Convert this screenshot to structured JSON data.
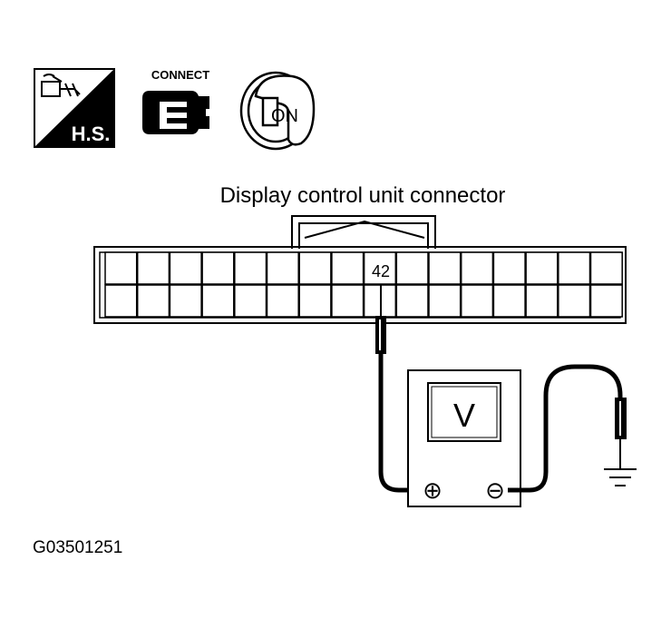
{
  "icons": {
    "hs": {
      "label": "H.S.",
      "icon": "harness-sheet-icon"
    },
    "connect": {
      "label": "CONNECT",
      "icon": "connector-icon"
    },
    "ignition": {
      "label": "ON",
      "icon": "ignition-key-icon"
    }
  },
  "connector": {
    "title": "Display control unit connector",
    "terminal": "42",
    "columns": 16,
    "rows": 2,
    "terminal_column": 9
  },
  "meter": {
    "symbol": "V",
    "positive": "⊕",
    "negative": "⊖"
  },
  "ground": {
    "icon": "ground-icon"
  },
  "figure_code": "G03501251"
}
